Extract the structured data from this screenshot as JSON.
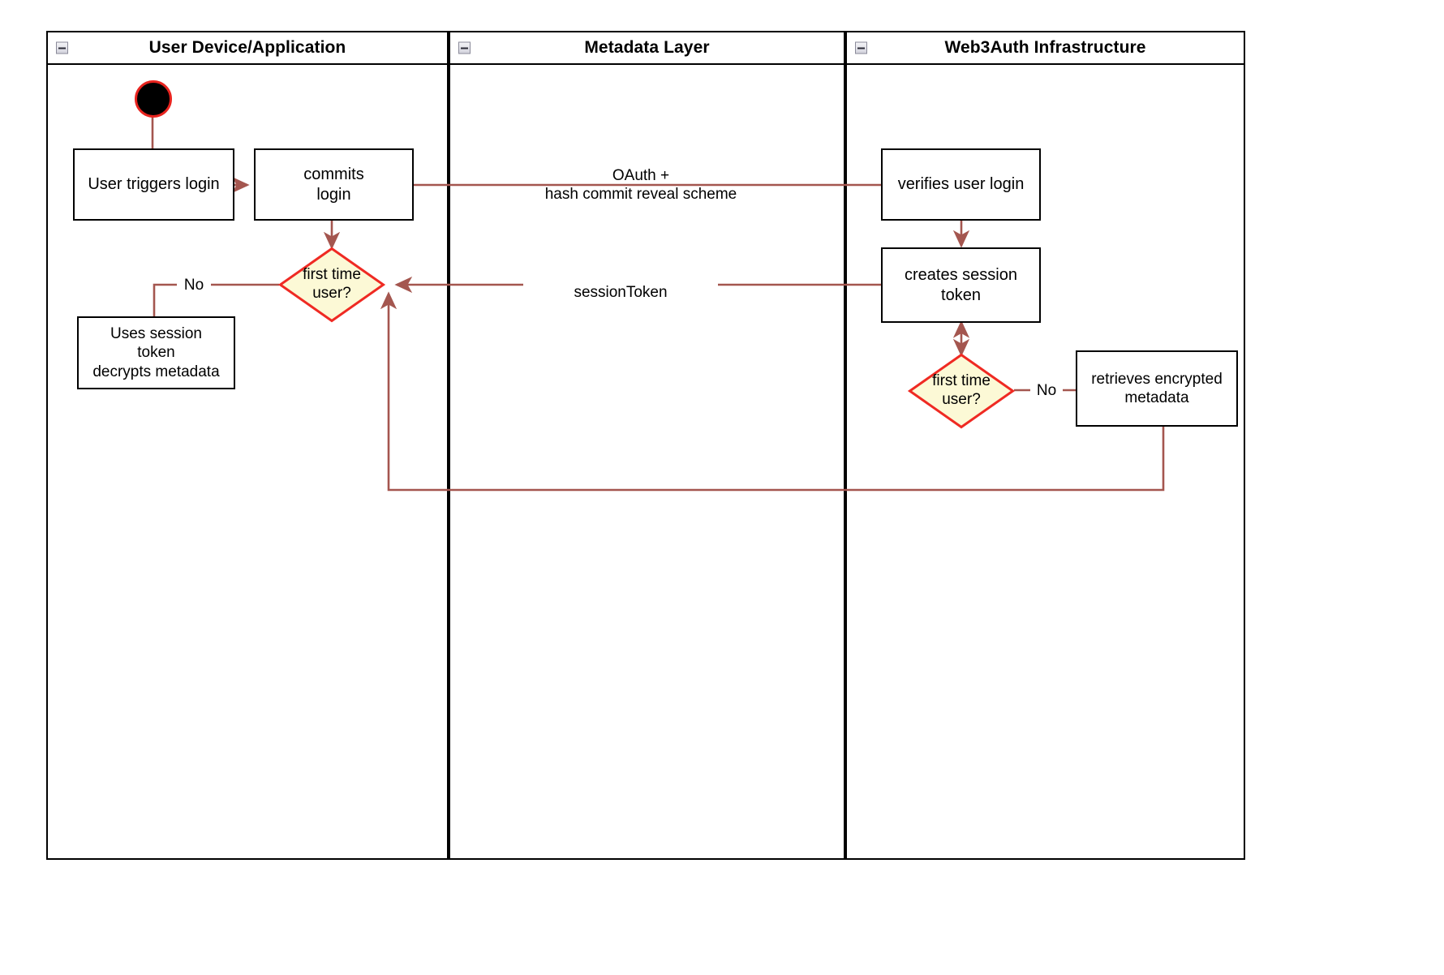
{
  "diagram": {
    "type": "uml-activity-swimlane",
    "title": "Web3Auth login activity diagram",
    "colors": {
      "edge": "#a4564f",
      "decision_border": "#ef2a23",
      "decision_fill": "#fcf9d6",
      "node_border": "#000000",
      "node_fill": "#ffffff",
      "start_fill": "#000000",
      "start_ring": "#e8241f",
      "lane_border": "#000000",
      "collapse_icon": "#c8c8d4"
    }
  },
  "lanes": [
    {
      "id": "lane-user-device",
      "title": "User Device/Application",
      "collapse_icon": "collapse-minus-icon"
    },
    {
      "id": "lane-metadata",
      "title": "Metadata Layer",
      "collapse_icon": "collapse-minus-icon"
    },
    {
      "id": "lane-web3auth",
      "title": "Web3Auth Infrastructure",
      "collapse_icon": "collapse-minus-icon"
    }
  ],
  "nodes": {
    "start": {
      "kind": "initial-node",
      "label": ""
    },
    "user_triggers_login": {
      "kind": "action",
      "label": "User triggers login",
      "lane": "lane-user-device"
    },
    "commits_login": {
      "kind": "action",
      "label": "commits\nlogin",
      "lane": "lane-user-device"
    },
    "decision_first_time_left": {
      "kind": "decision",
      "label": "first time\nuser?",
      "lane": "lane-user-device"
    },
    "uses_session_token": {
      "kind": "action",
      "label": "Uses session\ntoken\ndecrypts metadata",
      "lane": "lane-user-device"
    },
    "verifies_user_login": {
      "kind": "action",
      "label": "verifies user login",
      "lane": "lane-web3auth"
    },
    "creates_session_token": {
      "kind": "action",
      "label": "creates session\ntoken",
      "lane": "lane-web3auth"
    },
    "decision_first_time_right": {
      "kind": "decision",
      "label": "first time\nuser?",
      "lane": "lane-web3auth"
    },
    "retrieves_encrypted_metadata": {
      "kind": "action",
      "label": "retrieves encrypted\nmetadata",
      "lane": "lane-web3auth"
    }
  },
  "edge_labels": {
    "oauth": "OAuth +\nhash commit reveal scheme",
    "session_token": "sessionToken",
    "no_left": "No",
    "no_right": "No"
  }
}
